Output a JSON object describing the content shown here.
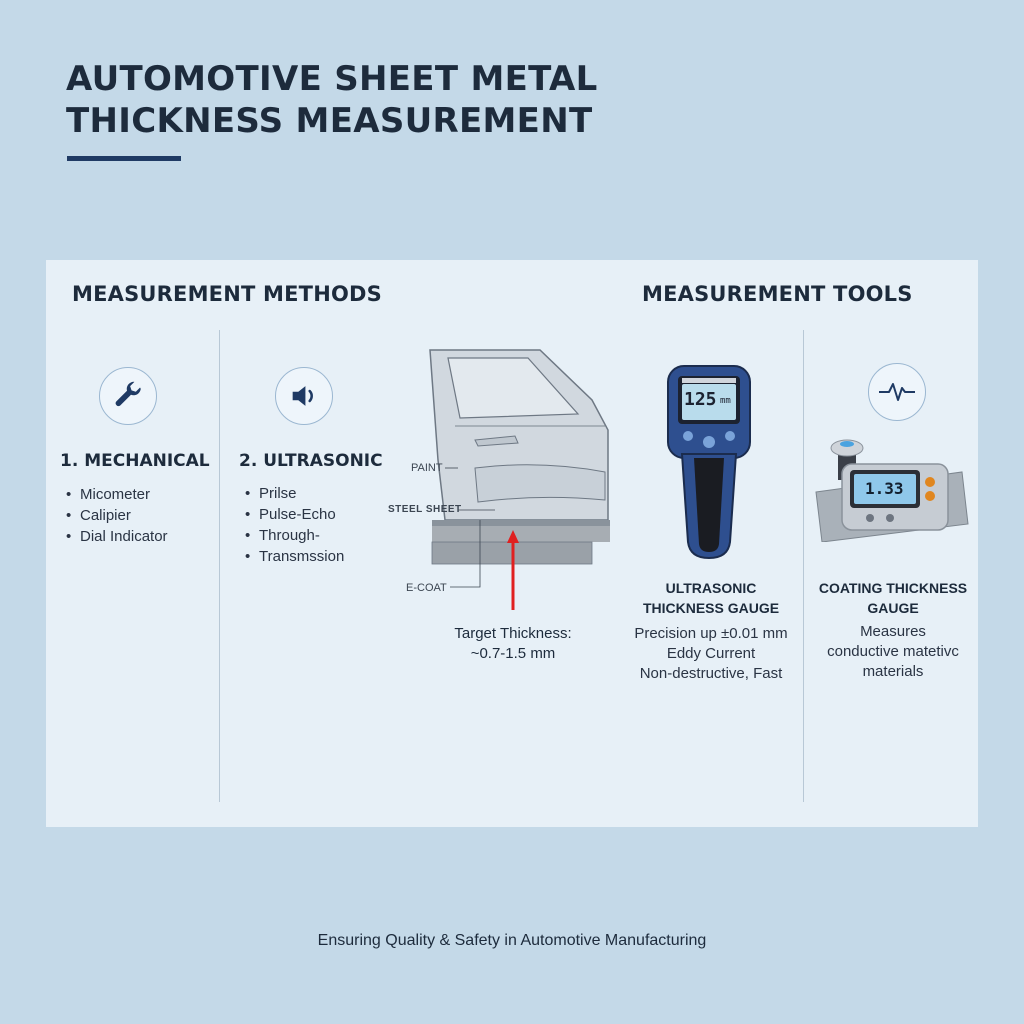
{
  "title": {
    "line1": "AUTOMOTIVE SHEET METAL",
    "line2": "THICKNESS MEASUREMENT"
  },
  "methods": {
    "heading": "MEASUREMENT METHODS",
    "mechanical": {
      "icon": "wrench-icon",
      "title": "1. MECHANICAL",
      "items": [
        "Micometer",
        "Calipier",
        "Dial Indicator"
      ]
    },
    "ultrasonic": {
      "icon": "speaker-icon",
      "title": "2. ULTRASONIC",
      "items": [
        "Prilse",
        "Pulse-Echo",
        "Through-",
        "Transmssion"
      ]
    }
  },
  "diagram": {
    "labels": {
      "paint": "PAINT",
      "steel_sheet": "STEEL SHEET",
      "ecoat": "E-COAT"
    },
    "target": {
      "line1": "Target Thickness:",
      "line2": "~0.7-1.5 mm"
    }
  },
  "tools": {
    "heading": "MEASUREMENT TOOLS",
    "ultrasonic_gauge": {
      "screen_reading": "125",
      "screen_unit": "mm",
      "title_line1": "ULTRASONIC",
      "title_line2": "THICKNESS GAUGE",
      "desc": [
        "Precision up ±0.01 mm",
        "Eddy Current",
        "Non-destructive, Fast"
      ]
    },
    "coating_gauge": {
      "icon": "waveform-icon",
      "screen_reading": "1.33",
      "title_line1": "COATING THICKNESS",
      "title_line2": "GAUGE",
      "desc": [
        "Measures",
        "conductive matetivc",
        "materials"
      ]
    }
  },
  "footer": "Ensuring Quality & Safety in Automotive Manufacturing",
  "colors": {
    "background": "#c4d9e8",
    "panel": "#e7f0f7",
    "accent_navy": "#1f3a64",
    "arrow_red": "#e02020",
    "gauge_blue": "#2e4f8f"
  }
}
